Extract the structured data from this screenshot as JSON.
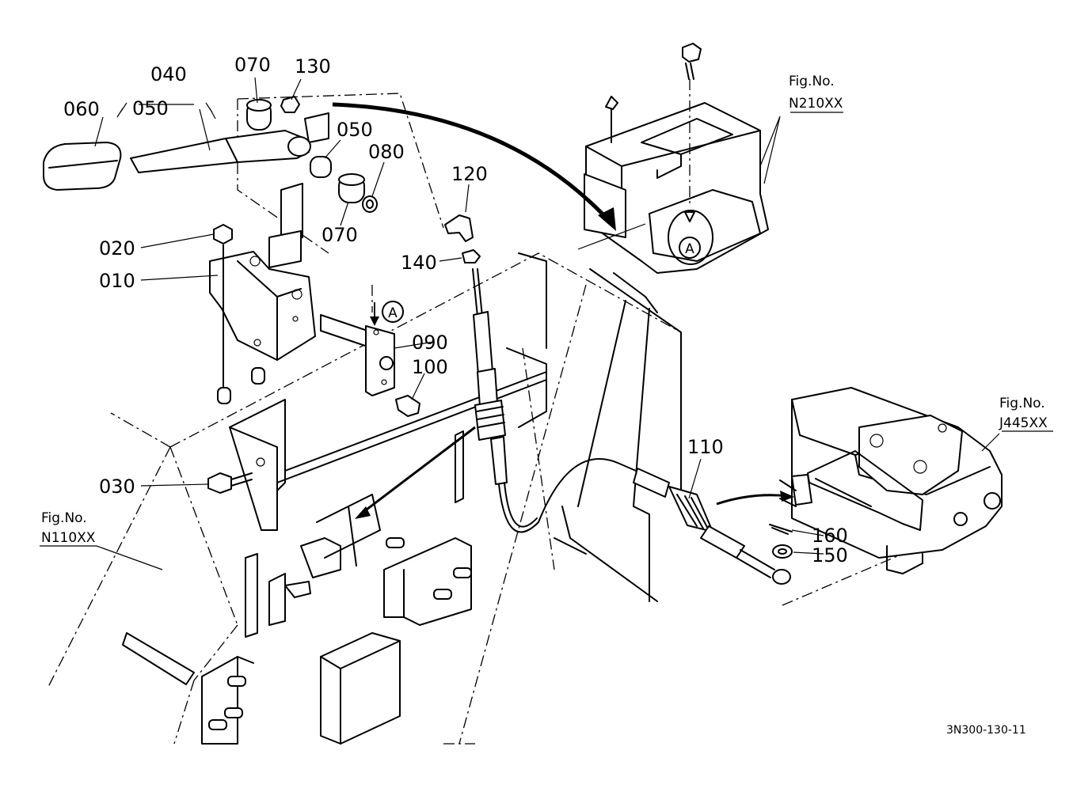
{
  "labels": {
    "p040": "040",
    "p050a": "050",
    "p060": "060",
    "p070a": "070",
    "p130": "130",
    "p050b": "050",
    "p080": "080",
    "p070b": "070",
    "p020": "020",
    "p010": "010",
    "p090": "090",
    "p100": "100",
    "p030": "030",
    "p120": "120",
    "p140": "140",
    "p110": "110",
    "p160": "160",
    "p150": "150"
  },
  "refs": {
    "n210_a": "Fig.No.",
    "n210_b": "N210XX",
    "j445_a": "Fig.No.",
    "j445_b": "J445XX",
    "n110_a": "Fig.No.",
    "n110_b": "N110XX"
  },
  "markers": {
    "a_left": "A",
    "a_right": "A"
  },
  "drawing_code": "3N300-130-11"
}
